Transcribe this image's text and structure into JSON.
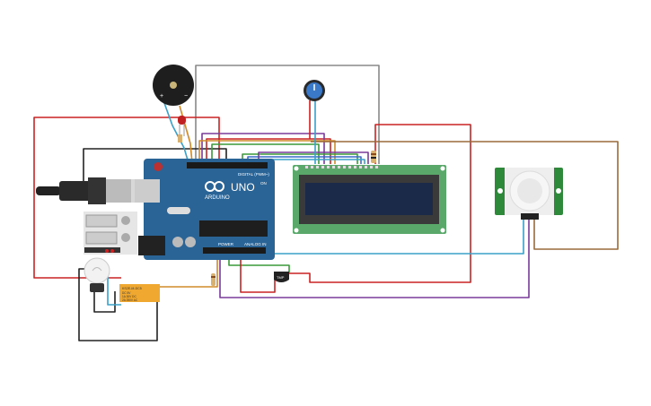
{
  "board": {
    "brand": "ARDUINO",
    "model": "UNO",
    "digital_label": "DIGITAL (PWM~)",
    "power_label": "POWER",
    "analog_label": "ANALOG IN",
    "on_label": "ON"
  },
  "sensor": {
    "label": "TMP"
  },
  "relay": {
    "line1": "KS2E-M-DC5",
    "line2": "DC 5V",
    "line3": "1A 30V DC",
    "line4": "2A 250V AC"
  },
  "colors": {
    "wire_red": "#cc2222",
    "wire_black": "#222222",
    "wire_gray": "#888888",
    "wire_green": "#3a9a3a",
    "wire_purple": "#7a3a9a",
    "wire_orange": "#d08a2a",
    "wire_brown": "#9a6a3a",
    "wire_cyan": "#3aa0c8",
    "board_blue": "#2a6496",
    "lcd_green": "#5aa86a",
    "lcd_screen": "#1c2a4a",
    "pir_green": "#2e8a3a"
  }
}
